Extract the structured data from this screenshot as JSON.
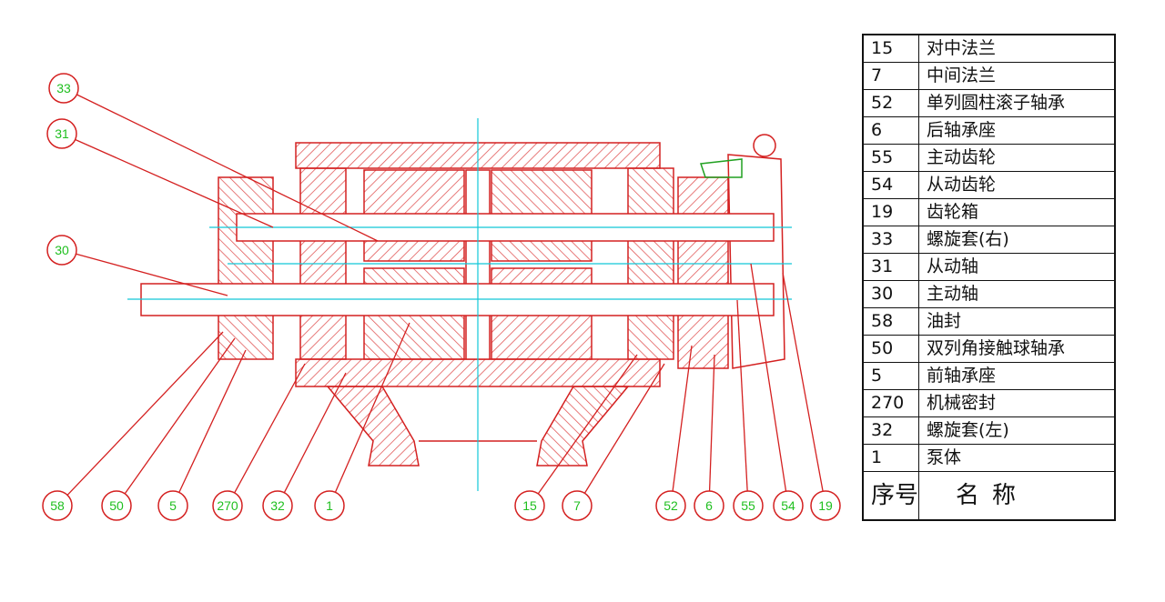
{
  "drawing": {
    "callouts_left": [
      "33",
      "31",
      "30"
    ],
    "callouts_bottom": [
      "58",
      "50",
      "5",
      "270",
      "32",
      "1",
      "15",
      "7",
      "52",
      "6",
      "55",
      "54",
      "19"
    ],
    "colors": {
      "part_line": "#d42020",
      "hatch": "#e05050",
      "centerline": "#10c8d8",
      "label_text": "#1fbf1f",
      "extra_line": "#20a020"
    }
  },
  "parts_table": {
    "rows": [
      {
        "no": "15",
        "name": "对中法兰"
      },
      {
        "no": "7",
        "name": "中间法兰"
      },
      {
        "no": "52",
        "name": "单列圆柱滚子轴承"
      },
      {
        "no": "6",
        "name": "后轴承座"
      },
      {
        "no": "55",
        "name": "主动齿轮"
      },
      {
        "no": "54",
        "name": "从动齿轮"
      },
      {
        "no": "19",
        "name": "齿轮箱"
      },
      {
        "no": "33",
        "name": "螺旋套(右)"
      },
      {
        "no": "31",
        "name": "从动轴"
      },
      {
        "no": "30",
        "name": "主动轴"
      },
      {
        "no": "58",
        "name": "油封"
      },
      {
        "no": "50",
        "name": "双列角接触球轴承"
      },
      {
        "no": "5",
        "name": "前轴承座"
      },
      {
        "no": "270",
        "name": "机械密封"
      },
      {
        "no": "32",
        "name": "螺旋套(左)"
      },
      {
        "no": "1",
        "name": "泵体"
      }
    ],
    "header": {
      "no": "序号",
      "name": "名称"
    }
  }
}
